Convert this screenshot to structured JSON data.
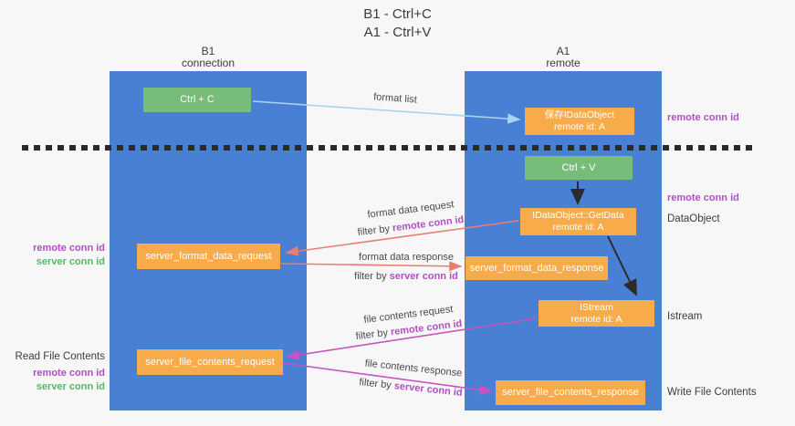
{
  "title": {
    "line1": "B1 - Ctrl+C",
    "line2": "A1 - Ctrl+V"
  },
  "lanes": {
    "left": {
      "name": "B1",
      "role": "connection"
    },
    "right": {
      "name": "A1",
      "role": "remote"
    }
  },
  "boxes": {
    "ctrl_c": "Ctrl + C",
    "ctrl_v": "Ctrl + V",
    "save_idataobject": {
      "line1": "保存IDataObject",
      "line2": "remote id: A"
    },
    "getdata": {
      "line1": "IDataObject::GetData",
      "line2": "remote id: A"
    },
    "format_request": "server_format_data_request",
    "format_response": "server_format_data_response",
    "istream": {
      "line1": "IStream",
      "line2": "remote id: A"
    },
    "file_request": "server_file_contents_request",
    "file_response": "server_file_contents_response"
  },
  "arrow_labels": {
    "format_list": "format list",
    "format_data_request": "format data request",
    "format_data_request_filter_prefix": "filter by ",
    "format_data_request_filter_key": "remote conn id",
    "format_data_response": "format data response",
    "format_data_response_filter_prefix": "filter by ",
    "format_data_response_filter_key": "server conn id",
    "file_contents_request": "file contents request",
    "file_contents_request_filter_prefix": "filter by ",
    "file_contents_request_filter_key": "remote conn id",
    "file_contents_response": "file contents response",
    "file_contents_response_filter_prefix": "filter by ",
    "file_contents_response_filter_key": "server conn id"
  },
  "side_labels": {
    "right_remote_conn_top": "remote conn id",
    "right_remote_conn_mid": "remote conn id",
    "right_dataobject": "DataObject",
    "right_istream": "Istream",
    "right_write_file": "Write File Contents",
    "left_remote_conn_mid": "remote conn id",
    "left_server_conn_mid": "server conn id",
    "left_read_file": "Read File Contents",
    "left_remote_conn_bottom": "remote conn id",
    "left_server_conn_bottom": "server conn id"
  },
  "colors": {
    "lane_blue": "#4a80d4",
    "box_green": "#77bd79",
    "box_orange": "#f8ab4a",
    "arrow_lightblue": "#a9d3ef",
    "arrow_black": "#2b2b2b",
    "arrow_red": "#e87e72",
    "arrow_magenta": "#c953c1",
    "separator_black": "#2a2a2a",
    "label_purple": "#b04fc4",
    "label_green": "#58b666",
    "text_dark": "#3c3c3c"
  }
}
